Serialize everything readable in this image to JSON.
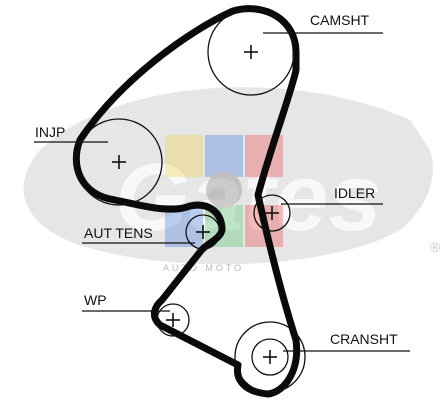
{
  "diagram": {
    "labels": {
      "camshaft": "CAMSHT",
      "injection_pump": "INJP",
      "idler": "IDLER",
      "auto_tensioner": "AUT TENS",
      "water_pump": "WP",
      "crankshaft": "CRANSHT"
    },
    "watermark": {
      "brand_mark": "Gates",
      "registered": "®",
      "overlay_text": "AUTO MOTO"
    },
    "colors": {
      "belt": "#0a0a0a",
      "watermark_gray": "#c9c9c9",
      "overlay_red": "#e94a4a",
      "overlay_yellow": "#f3d24a",
      "overlay_blue": "#4a7fe0",
      "overlay_green": "#55c46a"
    }
  }
}
